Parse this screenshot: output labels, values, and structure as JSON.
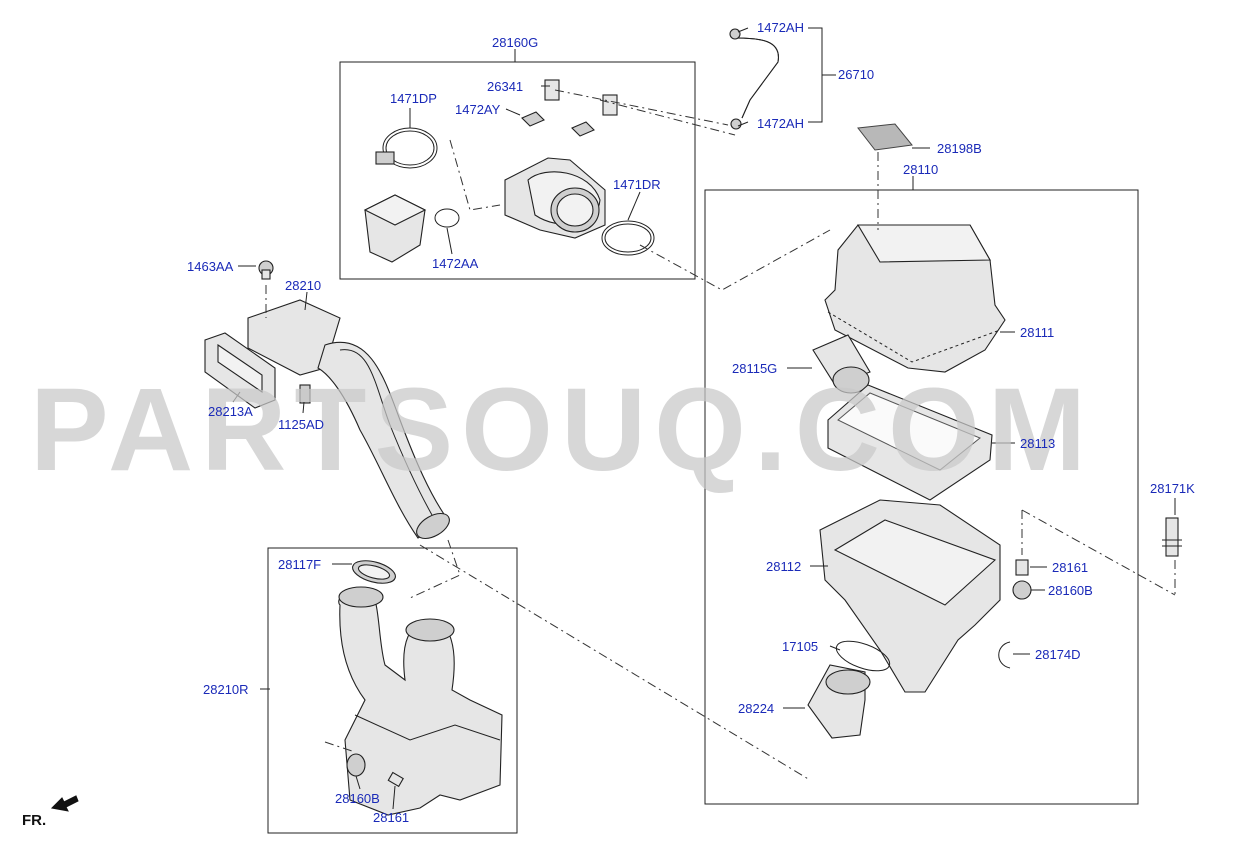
{
  "labels": {
    "l28160G": "28160G",
    "l1472AH_top": "1472AH",
    "l1472AH_bot": "1472AH",
    "l26710": "26710",
    "l26341": "26341",
    "l1471DP": "1471DP",
    "l1472AY": "1472AY",
    "l1471DR": "1471DR",
    "l1472AA": "1472AA",
    "l28198B": "28198B",
    "l28110": "28110",
    "l1463AA": "1463AA",
    "l28210": "28210",
    "l28111": "28111",
    "l28115G": "28115G",
    "l28213A": "28213A",
    "l1125AD": "1125AD",
    "l28113": "28113",
    "l28171K": "28171K",
    "l28117F": "28117F",
    "l28112": "28112",
    "l28161_right": "28161",
    "l28160B_right": "28160B",
    "l17105": "17105",
    "l28174D": "28174D",
    "l28210R": "28210R",
    "l28224": "28224",
    "l28160B_left": "28160B",
    "l28161_left": "28161"
  },
  "watermark": "PARTSOUQ.COM",
  "direction_marker": "FR.",
  "colors": {
    "label": "#1a2ab8",
    "line": "#222222",
    "watermark": "#c9c9c9"
  },
  "icons": {
    "front_arrow": "front-direction-arrow-icon"
  }
}
